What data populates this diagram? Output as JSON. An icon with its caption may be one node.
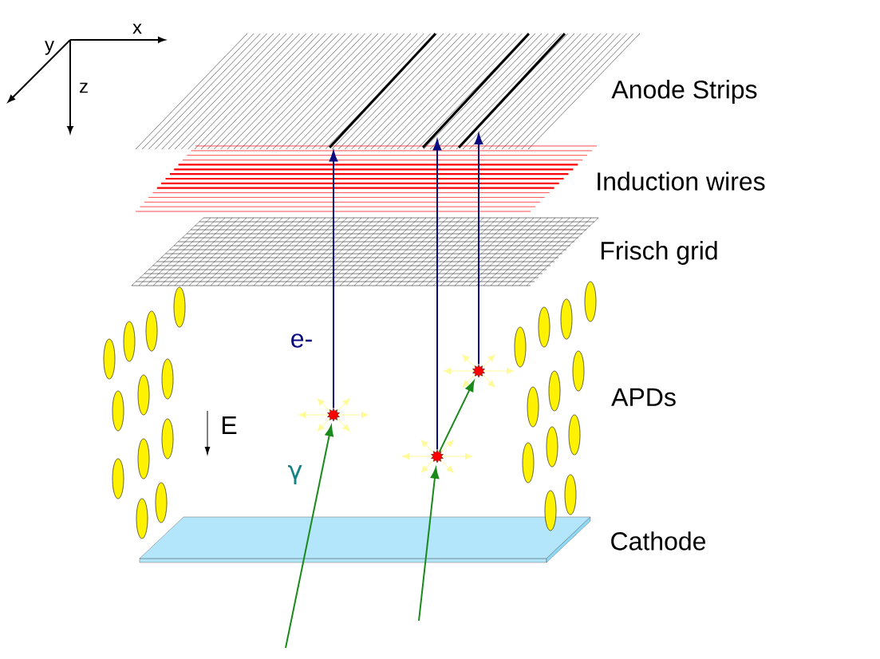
{
  "diagram": {
    "nodes": [
      {
        "text": [],
        "shape": "star"
      },
      {
        "text": [],
        "shape": "star"
      },
      {
        "text": [],
        "shape": "star"
      },
      {
        "text": [],
        "shape": "bar"
      },
      {
        "text": [],
        "shape": "bar"
      },
      {
        "text": [],
        "shape": "bar"
      }
    ],
    "edges": [
      {
        "from": null,
        "to": 0,
        "arrow": "to",
        "color": "#1a8a1a"
      },
      {
        "from": null,
        "to": 1,
        "arrow": "to",
        "color": "#1a8a1a"
      },
      {
        "from": 1,
        "to": 2,
        "arrow": "to",
        "color": "#1a8a1a"
      },
      {
        "from": 0,
        "to": 3,
        "arrow": "to",
        "color": "#0a0a80"
      },
      {
        "from": 1,
        "to": 4,
        "arrow": "to",
        "color": "#0a0a80"
      },
      {
        "from": 2,
        "to": 5,
        "arrow": "to",
        "color": "#0a0a80"
      }
    ],
    "labels": [
      "x",
      "y",
      "z",
      "Anode Strips",
      "Induction wires",
      "Frisch grid",
      "e-",
      "E",
      "γ",
      "APDs",
      "Cathode"
    ]
  }
}
